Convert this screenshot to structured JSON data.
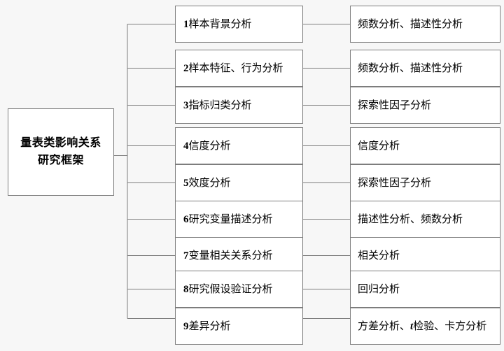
{
  "diagram": {
    "title_box": {
      "label": "量表类影响关系研究框架"
    },
    "stages": [
      {
        "num": "1",
        "label": "样本背景分析",
        "method": "频数分析、描述性分析"
      },
      {
        "num": "2",
        "label": "样本特征、行为分析",
        "method": "频数分析、描述性分析"
      },
      {
        "num": "3",
        "label": "指标归类分析",
        "method": "探索性因子分析"
      },
      {
        "num": "4",
        "label": "信度分析",
        "method": "信度分析"
      },
      {
        "num": "5",
        "label": "效度分析",
        "method": "探索性因子分析"
      },
      {
        "num": "6",
        "label": "研究变量描述分析",
        "method": "描述性分析、频数分析"
      },
      {
        "num": "7",
        "label": "变量相关关系分析",
        "method": "相关分析"
      },
      {
        "num": "8",
        "label": "研究假设验证分析",
        "method": "回归分析"
      },
      {
        "num": "9",
        "label": "差异分析",
        "method": "方差分析、t检验、卡方分析"
      }
    ],
    "colors": {
      "page_background": "#f7f7f7",
      "box_fill": "#ffffff",
      "box_border": "#7d7d7d",
      "connector": "#7d7d7d",
      "text": "#000000"
    }
  }
}
